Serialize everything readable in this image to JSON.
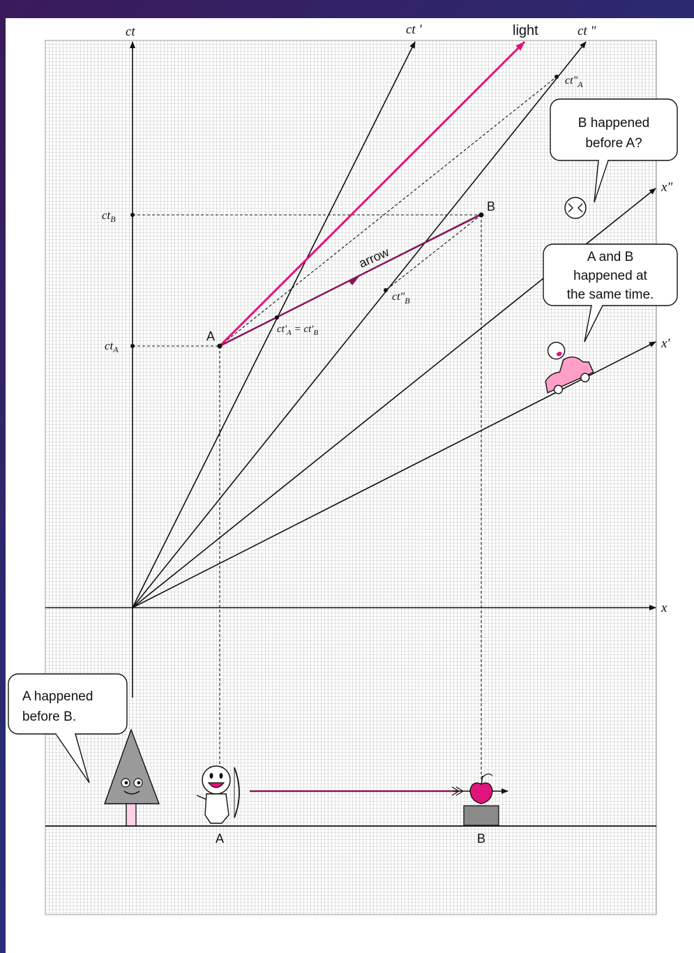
{
  "axes": {
    "ct": "ct",
    "ct_prime": "ct '",
    "ct_double_prime": "ct \"",
    "x": "x",
    "x_prime": "x'",
    "x_double_prime": "x\"",
    "light": "light"
  },
  "events": {
    "a": "A",
    "b": "B",
    "arrow": "arrow"
  },
  "tick_labels": {
    "ct_b": "ct",
    "ct_b_sub": "B",
    "ct_a": "ct",
    "ct_a_sub": "A",
    "ct_a_dd": "ct\"",
    "ct_a_dd_sub": "A",
    "ct_b_dd": "ct\"",
    "ct_b_dd_sub": "B",
    "ct_a_p": "ct'",
    "ct_a_p_sub": "A",
    "equals": " = ",
    "ct_b_p": "ct'",
    "ct_b_p_sub": "B"
  },
  "bubbles": {
    "car_q_line1": "B happened",
    "car_q_line2": "before A?",
    "mid_line1": "A and B",
    "mid_line2": "happened at",
    "mid_line3": "the same time.",
    "tree_line1": "A happened",
    "tree_line2": "before B."
  },
  "ground_labels": {
    "a": "A",
    "b": "B"
  },
  "colors": {
    "magenta": "#e0147a",
    "arrow_purple": "#8a1458",
    "grid": "#9a9a9a",
    "axis": "#111111"
  }
}
